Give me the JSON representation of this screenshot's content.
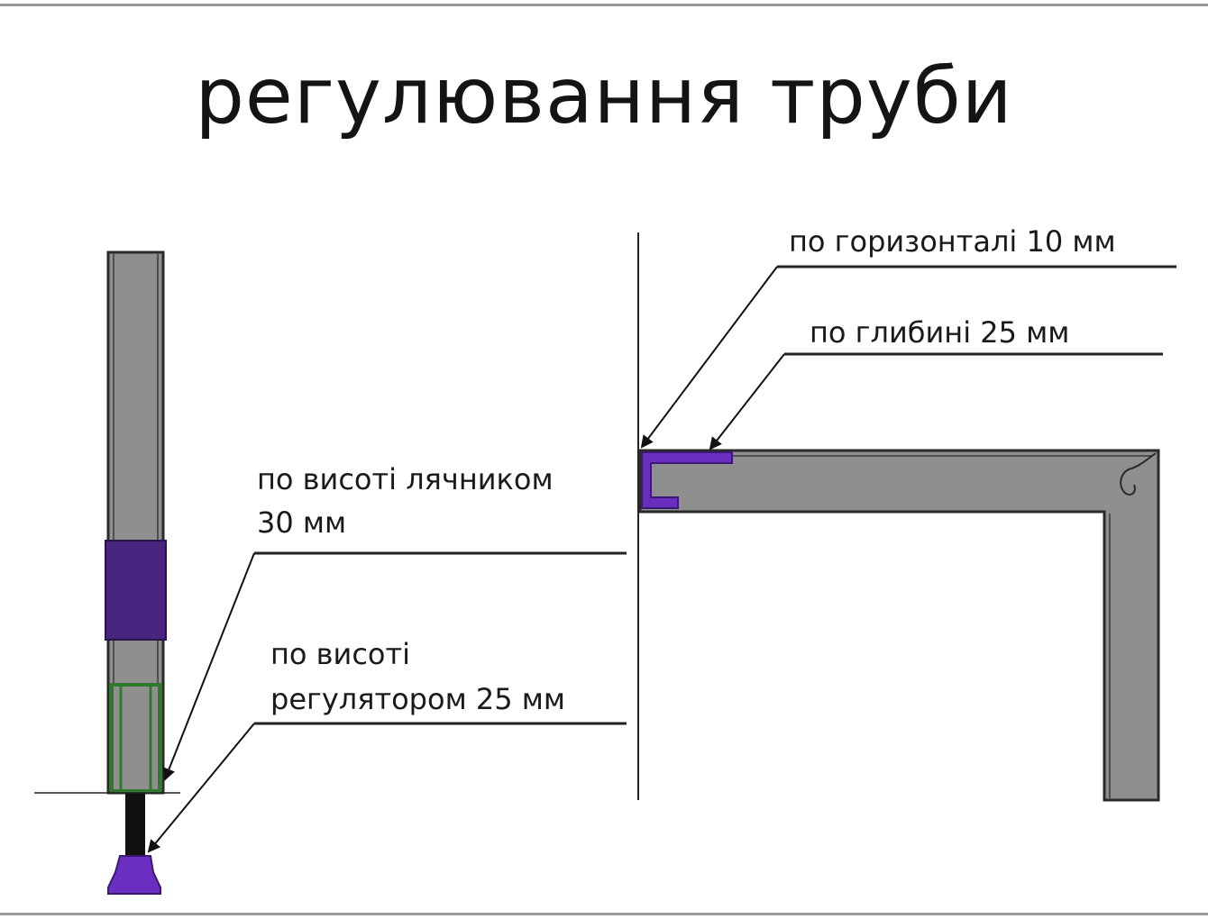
{
  "title": "регулювання труби",
  "labels": {
    "horizontal": "по горизонталі 10 мм",
    "depth": "по глибині 25 мм",
    "height_counter_line1": "по висоті лячником",
    "height_counter_line2": "30 мм",
    "height_regulator_line1": "по висоті",
    "height_regulator_line2": "регулятором 25 мм"
  },
  "colors": {
    "tube_fill": "#8f8f8f",
    "tube_edge": "#2a2a2a",
    "connector_purple": "#4a2580",
    "foot_purple": "#6a2fc0",
    "insert_green": "#2f7a2f",
    "bolt_black": "#111111",
    "text": "#1a1a1a"
  }
}
